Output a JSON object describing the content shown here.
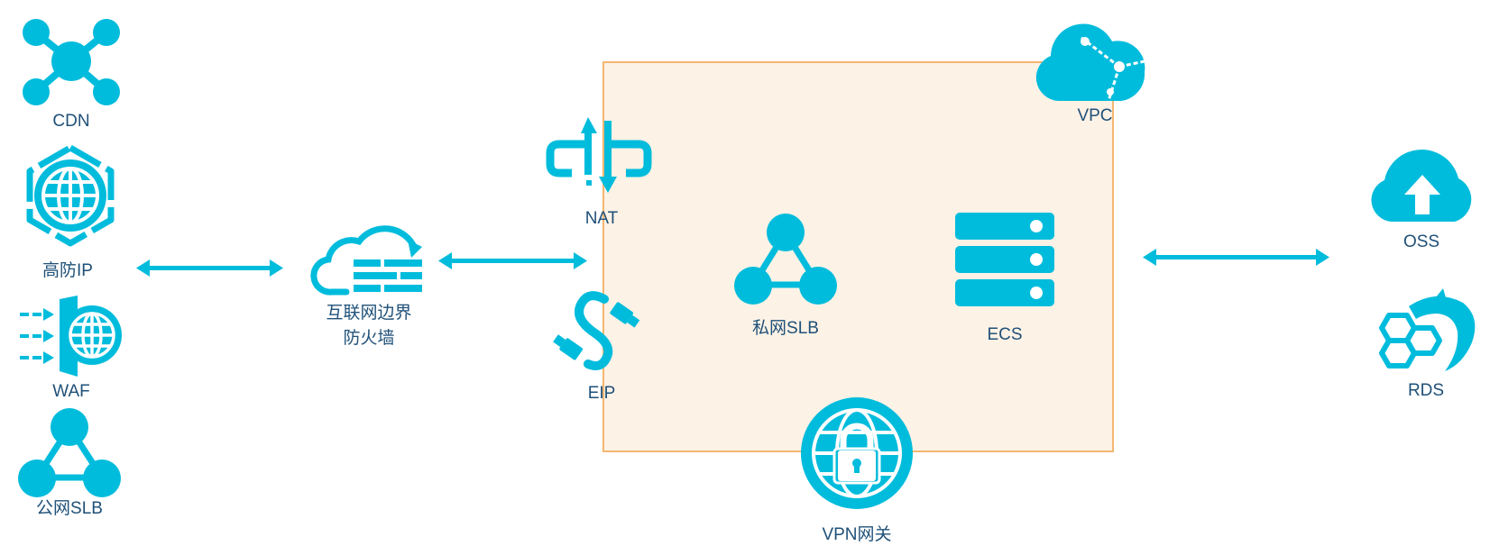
{
  "colors": {
    "accent": "#00bcdc",
    "label": "#1f5078",
    "vpc_fill": "#fdf2e6",
    "vpc_border": "#f4b772"
  },
  "nodes": {
    "cdn": {
      "label": "CDN",
      "icon": "cdn-network-icon"
    },
    "anti_ddos_ip": {
      "label": "高防IP",
      "icon": "globe-shield-icon"
    },
    "waf": {
      "label": "WAF",
      "icon": "waf-globe-icon"
    },
    "public_slb": {
      "label": "公网SLB",
      "icon": "slb-triangle-icon"
    },
    "firewall": {
      "label_line1": "互联网边界",
      "label_line2": "防火墙",
      "icon": "cloud-firewall-icon"
    },
    "nat": {
      "label": "NAT",
      "icon": "nat-gateway-icon"
    },
    "eip": {
      "label": "EIP",
      "icon": "eip-link-icon"
    },
    "vpc": {
      "label": "VPC",
      "icon": "vpc-cloud-icon"
    },
    "private_slb": {
      "label": "私网SLB",
      "icon": "slb-triangle-icon"
    },
    "ecs": {
      "label": "ECS",
      "icon": "server-stack-icon"
    },
    "vpn_gateway": {
      "label": "VPN网关",
      "icon": "vpn-lock-globe-icon"
    },
    "oss": {
      "label": "OSS",
      "icon": "oss-cloud-upload-icon"
    },
    "rds": {
      "label": "RDS",
      "icon": "rds-dolphin-icon"
    }
  },
  "connections": [
    {
      "from": "edge-services",
      "to": "firewall",
      "direction": "bidirectional"
    },
    {
      "from": "firewall",
      "to": "vpc",
      "direction": "bidirectional"
    },
    {
      "from": "vpc",
      "to": "storage",
      "direction": "bidirectional"
    }
  ]
}
